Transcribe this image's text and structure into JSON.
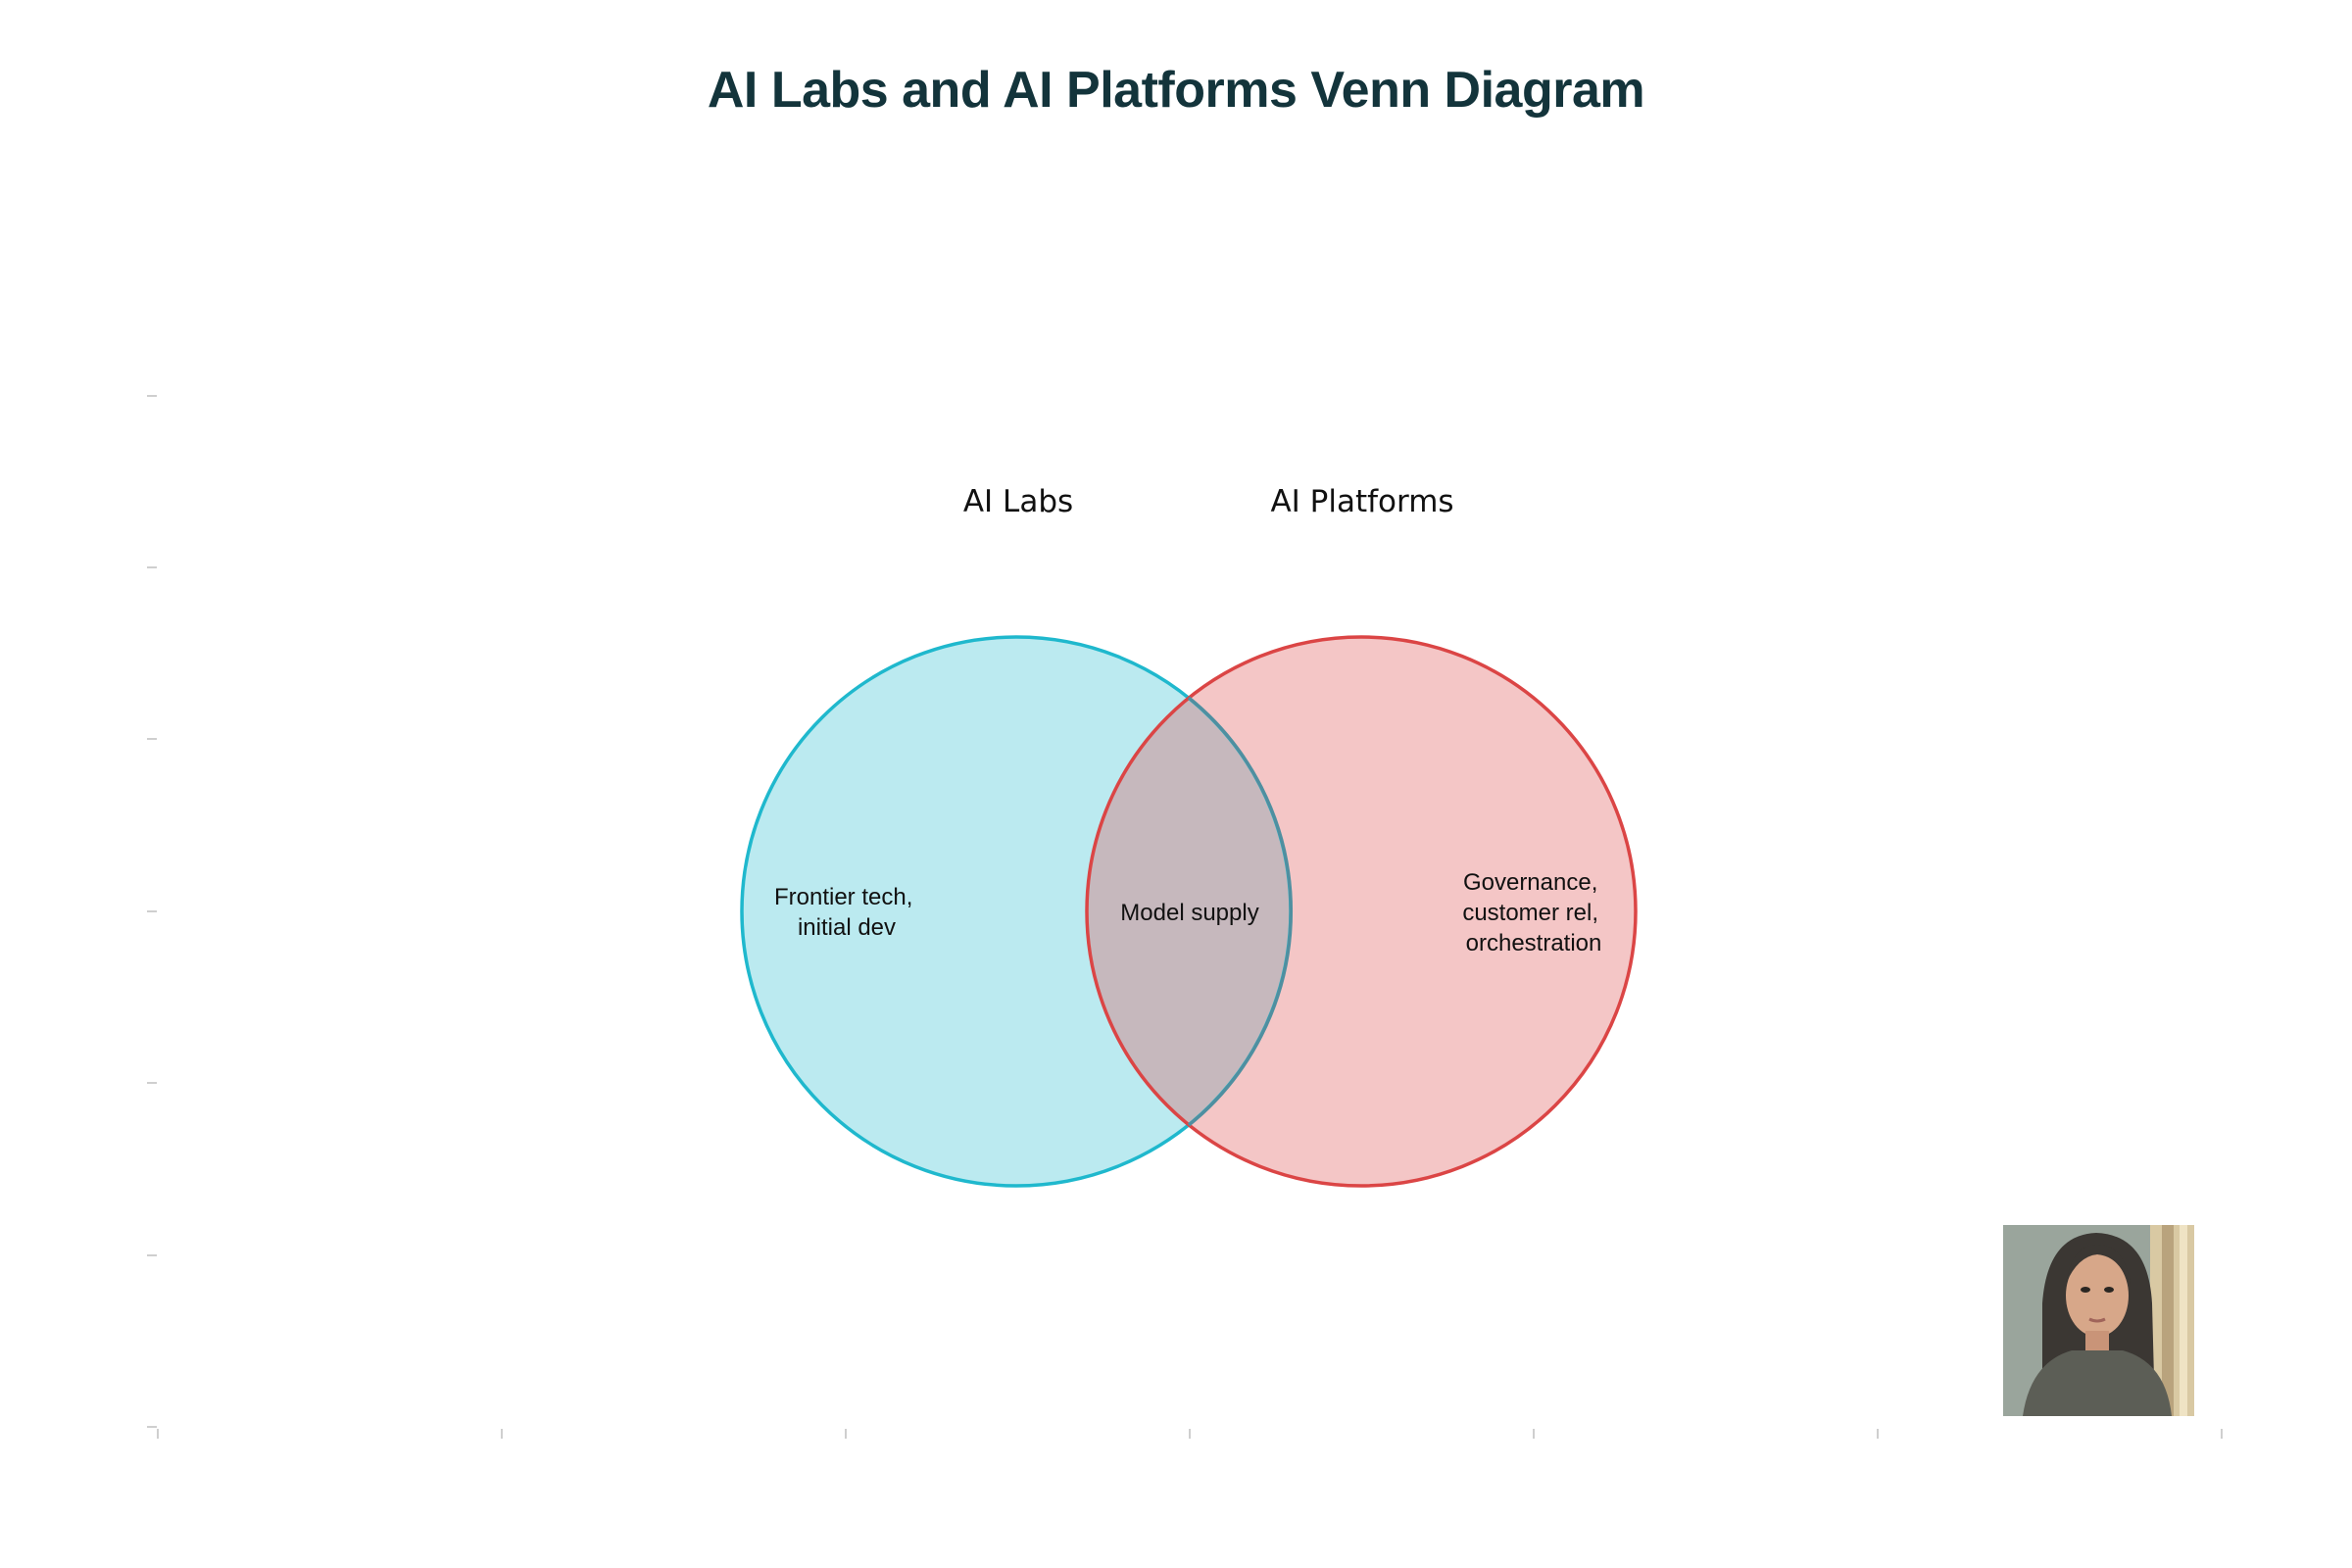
{
  "title": "AI Labs and AI Platforms Venn Diagram",
  "sets": [
    {
      "name": "AI Labs",
      "color": "#1fb8cd",
      "fill": "#bbeaf0"
    },
    {
      "name": "AI Platforms",
      "color": "#db4545",
      "fill": "#f4c6c6"
    }
  ],
  "regions": {
    "left_only": [
      "Frontier tech,",
      "initial dev"
    ],
    "intersection": [
      "Model supply"
    ],
    "right_only": [
      "Governance,",
      "customer rel,",
      "orchestration"
    ]
  },
  "overlap_fill": "#c6b8bd",
  "icons": {
    "avatar": "person-portrait-icon"
  }
}
